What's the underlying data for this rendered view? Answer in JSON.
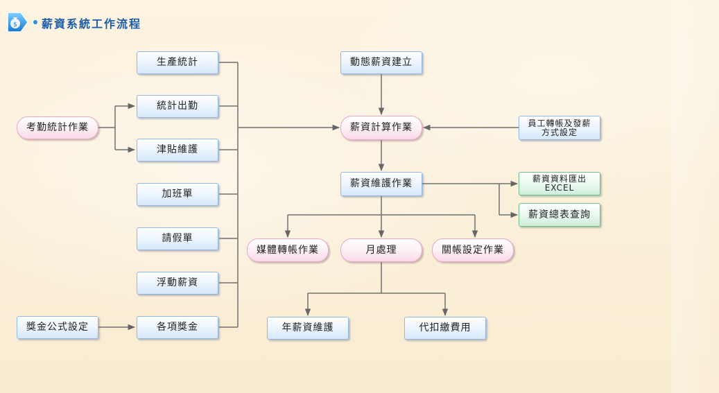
{
  "header": {
    "title": "薪資系統工作流程",
    "logo_icon": "money-bag-icon"
  },
  "colors": {
    "title": "#1a5ca8",
    "wire": "#666666",
    "blue_border": "#8fb8e6",
    "pink_border": "#e8a8c6",
    "green_border": "#6dbf8a"
  },
  "nodes": {
    "production_stats": "生產統計",
    "attendance_stats": "統計出勤",
    "allowance_maint": "津貼維護",
    "overtime_form": "加班單",
    "leave_form": "請假單",
    "floating_salary": "浮動薪資",
    "bonus_items": "各項獎金",
    "attendance_job": "考勤統計作業",
    "bonus_formula": "獎金公式設定",
    "dynamic_salary": "動態薪資建立",
    "salary_calc": "薪資計算作業",
    "transfer_setup_line1": "員工轉帳及發薪",
    "transfer_setup_line2": "方式設定",
    "salary_maint": "薪資維護作業",
    "export_line1": "薪資資料匯出",
    "export_line2": "EXCEL",
    "summary_query": "薪資總表查詢",
    "media_transfer": "媒體轉帳作業",
    "monthly": "月處理",
    "close_setup": "關帳設定作業",
    "annual_maint": "年薪資維護",
    "withholding": "代扣繳費用"
  }
}
